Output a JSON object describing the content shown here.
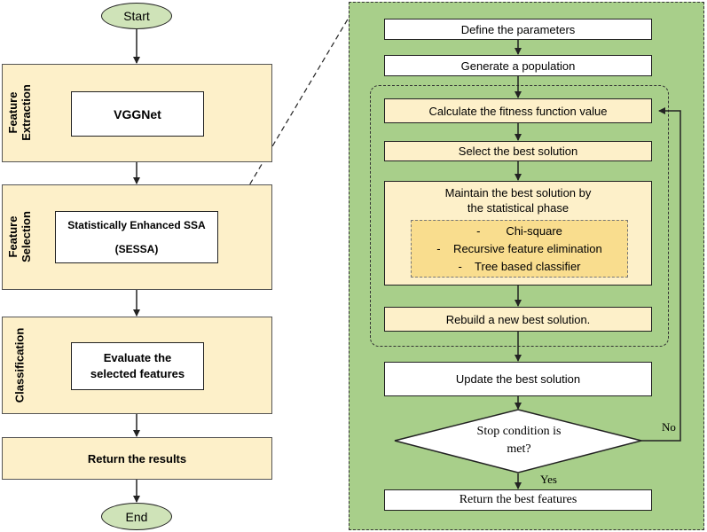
{
  "colors": {
    "stage_fill": "#fdf0c9",
    "terminal_fill": "#cfe3b8",
    "panel_fill": "#a8cf8a",
    "stats_fill": "#f9dd8e"
  },
  "left_flow": {
    "start": "Start",
    "end": "End",
    "stages": [
      {
        "label": "Feature\nExtraction",
        "box": "VGGNet"
      },
      {
        "label": "Feature\nSelection",
        "box_line1": "Statistically Enhanced SSA",
        "box_line2": "(SESSA)"
      },
      {
        "label": "Classification",
        "box": "Evaluate the\nselected features"
      }
    ],
    "return": "Return the results"
  },
  "ssa_panel": {
    "define": "Define the parameters",
    "generate": "Generate a population",
    "fitness": "Calculate the fitness function value",
    "select_best": "Select the best solution",
    "maintain": "Maintain the best solution by\nthe statistical phase",
    "stat_methods": [
      "-        Chi-square",
      "-    Recursive feature elimination",
      "-    Tree based classifier"
    ],
    "rebuild": "Rebuild a new best solution.",
    "update": "Update the best solution",
    "decision": "Stop condition is\nmet?",
    "no_label": "No",
    "yes_label": "Yes",
    "return_best": "Return the best features"
  }
}
